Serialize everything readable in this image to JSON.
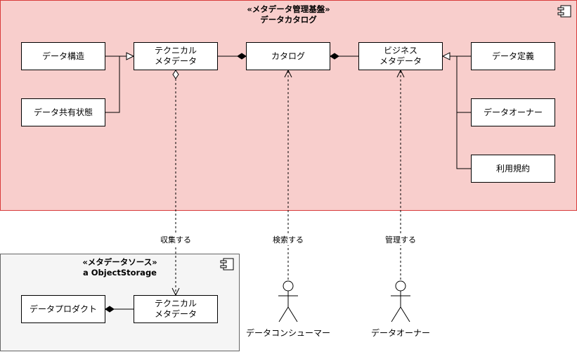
{
  "metadata_platform": {
    "stereotype": "«メタデータ管理基盤»",
    "name": "データカタログ"
  },
  "metadata_source": {
    "stereotype": "«メタデータソース»",
    "name": "a ObjectStorage"
  },
  "boxes": {
    "data_structure": "データ構造",
    "data_sharing_status": "データ共有状態",
    "technical_metadata": "テクニカル\nメタデータ",
    "catalog": "カタログ",
    "business_metadata": "ビジネス\nメタデータ",
    "data_definition": "データ定義",
    "data_owner_attr": "データオーナー",
    "terms_of_use": "利用規約",
    "data_product": "データプロダクト",
    "source_technical_metadata": "テクニカル\nメタデータ"
  },
  "edges": {
    "collect": "収集する",
    "search": "検索する",
    "manage": "管理する"
  },
  "actors": {
    "consumer": "データコンシューマー",
    "owner": "データオーナー"
  },
  "icons": [
    "component-icon",
    "actor-icon",
    "hollow-triangle-arrow",
    "filled-diamond",
    "hollow-diamond",
    "open-arrow"
  ]
}
